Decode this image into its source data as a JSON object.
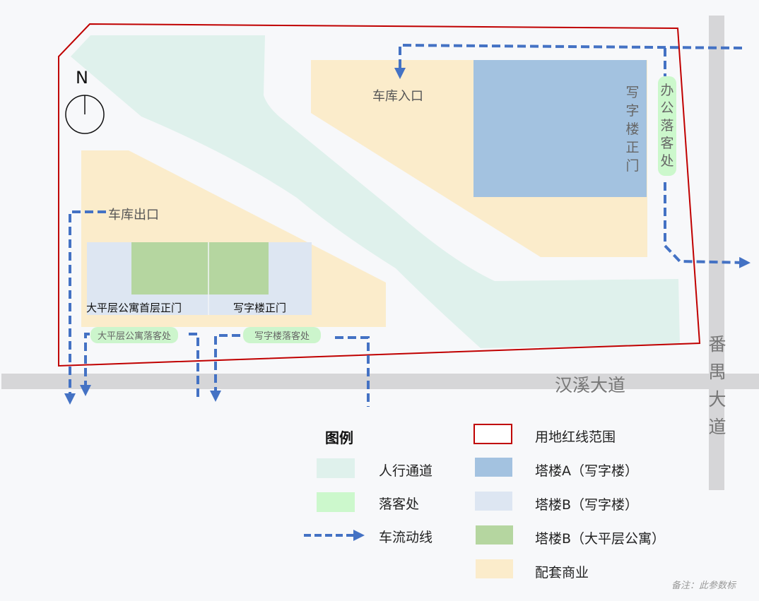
{
  "compass": {
    "label": "N"
  },
  "map_labels": {
    "garage_entrance": "车库入口",
    "garage_exit": "车库出口",
    "tower_a_main_door": "写字楼正门",
    "office_dropoff": "办公落客处",
    "apartment_main_door": "大平层公寓首层正门",
    "office_b_main_door": "写字楼正门",
    "apartment_dropoff": "大平层公寓落客处",
    "office_b_dropoff": "写字楼落客处",
    "road_horizontal": "汉溪大道",
    "road_vertical": "番禺大道"
  },
  "legend": {
    "title": "图例",
    "items": [
      {
        "label": "人行通道",
        "color": "#dff1ec",
        "type": "fill"
      },
      {
        "label": "落客处",
        "color": "#ccf8cc",
        "type": "fill"
      },
      {
        "label": "车流动线",
        "color": "#4472c4",
        "type": "dashed-arrow"
      },
      {
        "label": "用地红线范围",
        "color": "#c00000",
        "type": "outline"
      },
      {
        "label": "塔楼A（写字楼）",
        "color": "#a3c2e0",
        "type": "fill"
      },
      {
        "label": "塔楼B（写字楼）",
        "color": "#dde6f2",
        "type": "fill"
      },
      {
        "label": "塔楼B（大平层公寓）",
        "color": "#b5d6a0",
        "type": "fill"
      },
      {
        "label": "配套商业",
        "color": "#fbeccb",
        "type": "fill"
      }
    ]
  },
  "note": "备注：此参数标",
  "colors": {
    "boundary": "#c00000",
    "flow": "#4472c4",
    "road": "#d6d6d8",
    "walkway": "#dff1ec",
    "commercial": "#fbeccb",
    "tower_a": "#a3c2e0",
    "tower_b_office": "#dde6f2",
    "tower_b_apartment": "#b5d6a0",
    "dropoff": "#ccf8cc"
  }
}
